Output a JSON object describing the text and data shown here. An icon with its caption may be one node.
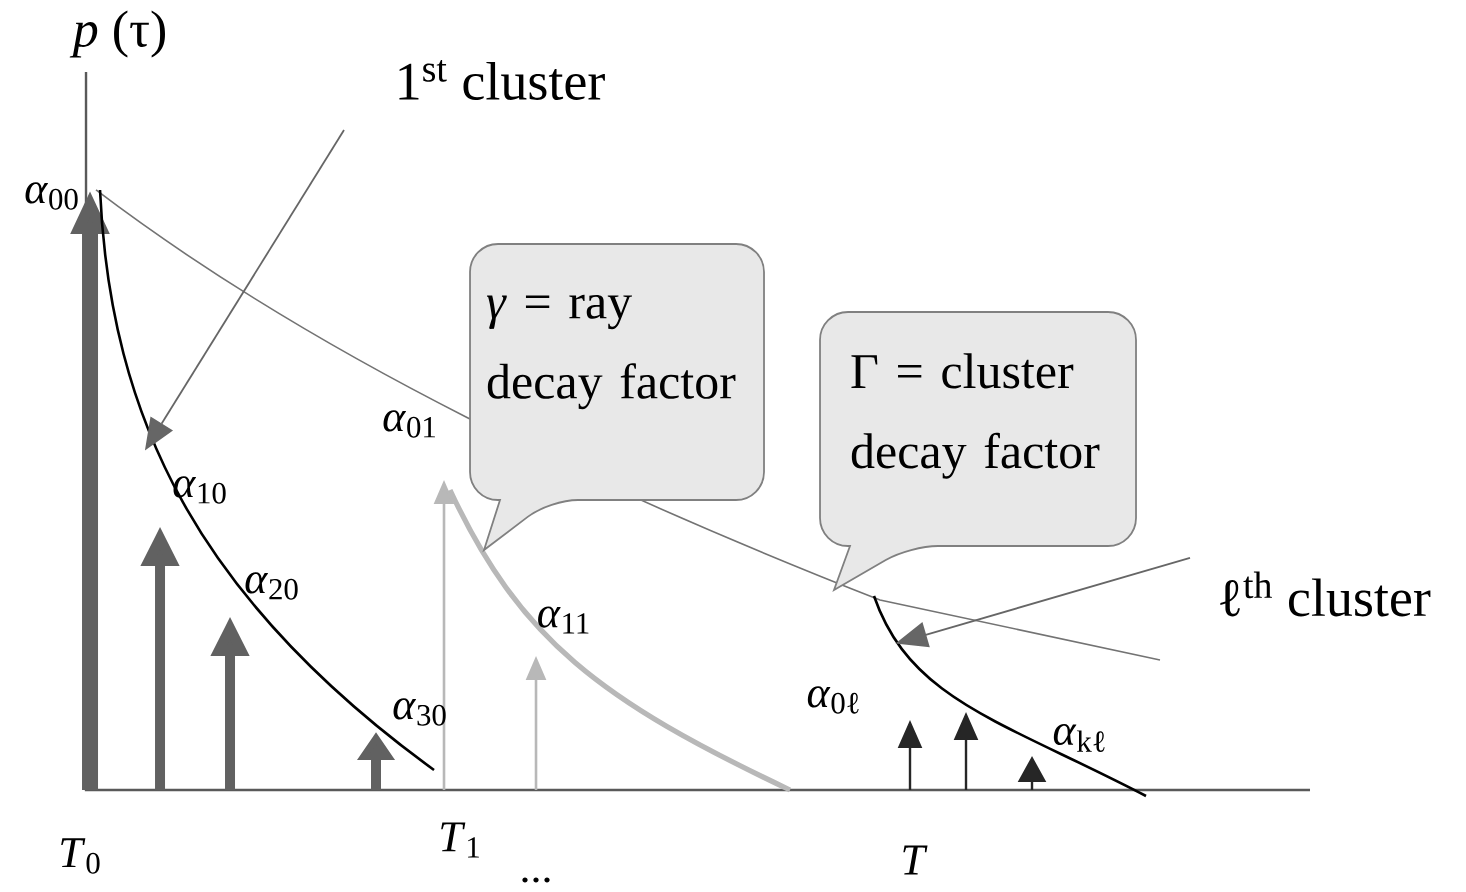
{
  "diagram": {
    "nodes": [
      {
        "text": [
          "1$^{st}$ cluster"
        ]
      },
      {
        "text": [
          "*γ* = ray decay factor"
        ]
      },
      {
        "text": [
          "Γ = cluster decay factor"
        ]
      },
      {
        "text": [
          "ℓ$^{th}$ cluster"
        ]
      },
      {
        "text": [],
        "shape": "curve"
      },
      {
        "text": [],
        "shape": "curve"
      }
    ],
    "edges": [
      {
        "from": 0,
        "to": 4,
        "arrow": "to"
      },
      {
        "from": 3,
        "to": 5,
        "arrow": "to"
      }
    ],
    "labels": [
      "*p* (τ)",
      "*α*$_{00}$",
      "*α*$_{01}$",
      "*α*$_{10}$",
      "*α*$_{20}$",
      "*α*$_{11}$",
      "*α*$_{30}$",
      "*α*$_{0ℓ}$",
      "*α*$_{kℓ}$",
      "*T*$_{0}$",
      "*T*$_{1}$",
      "...",
      "*T*"
    ]
  }
}
